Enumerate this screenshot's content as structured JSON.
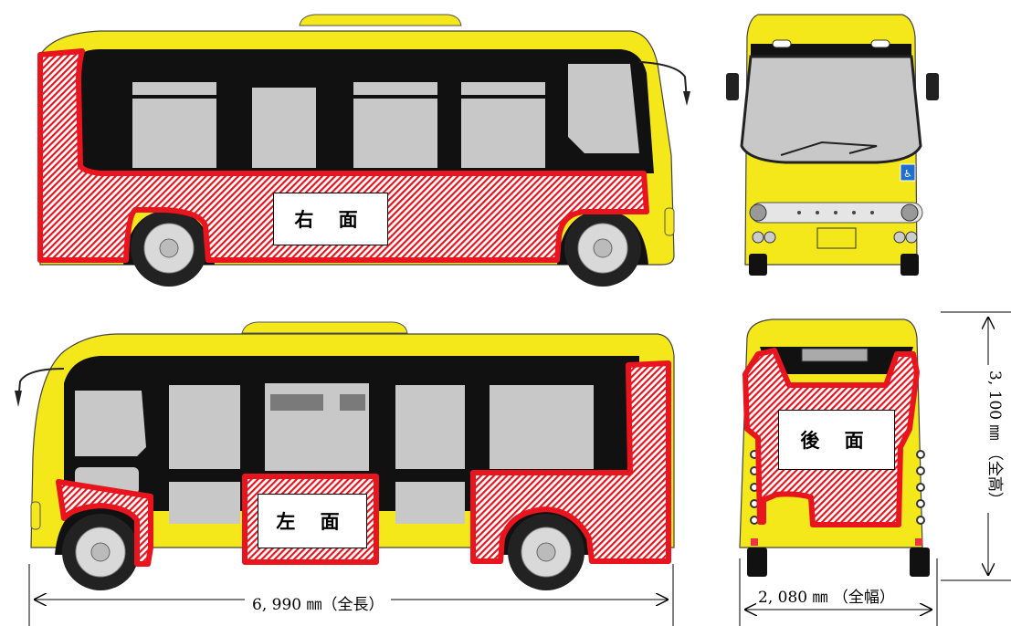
{
  "labels": {
    "right_side": "右 面",
    "left_side": "左 面",
    "rear": "後 面"
  },
  "dimensions": {
    "length": "6, 990 ㎜（全長）",
    "width": "2, 080 ㎜ （全幅）",
    "height": "3, 100 ㎜ （全高）"
  },
  "colors": {
    "body_yellow": "#f5e81a",
    "window_black": "#111111",
    "glass_gray": "#c8c8c8",
    "ad_area_red": "#e8141e"
  },
  "icons": {
    "wheelchair_badge": "wheelchair-icon"
  }
}
